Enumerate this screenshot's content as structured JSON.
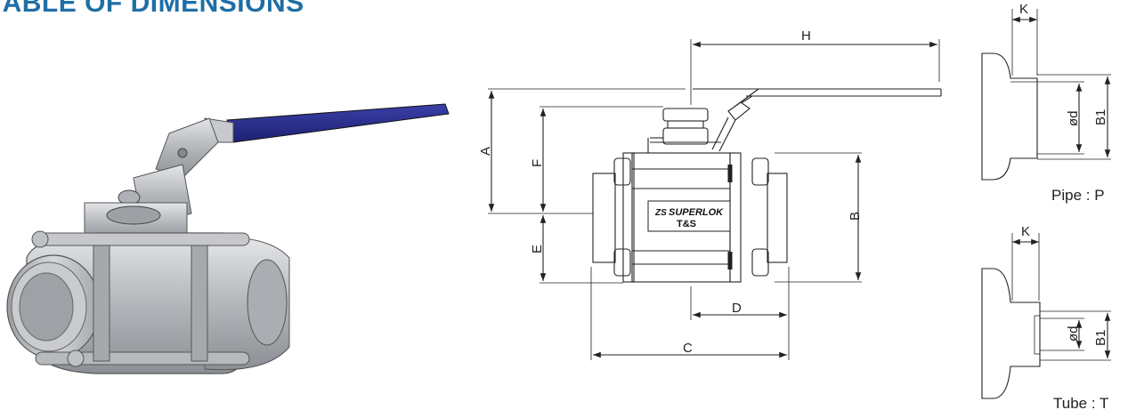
{
  "title": "TABLE OF DIMENSIONS",
  "brand": {
    "line1": "SUPERLOK",
    "line2": "T&S",
    "mark": "ZS"
  },
  "dimensions": {
    "A": "A",
    "B": "B",
    "C": "C",
    "D": "D",
    "E": "E",
    "F": "F",
    "H": "H"
  },
  "pipe_detail": {
    "k": "K",
    "od": "ød",
    "b1": "B1",
    "caption": "Pipe : P"
  },
  "tube_detail": {
    "k": "K",
    "od": "ød",
    "b1": "B1",
    "caption": "Tube : T"
  },
  "colors": {
    "title": "#1f6fa6",
    "handle_grip": "#2a2f8c",
    "valve_body": "#b9bcc0"
  }
}
